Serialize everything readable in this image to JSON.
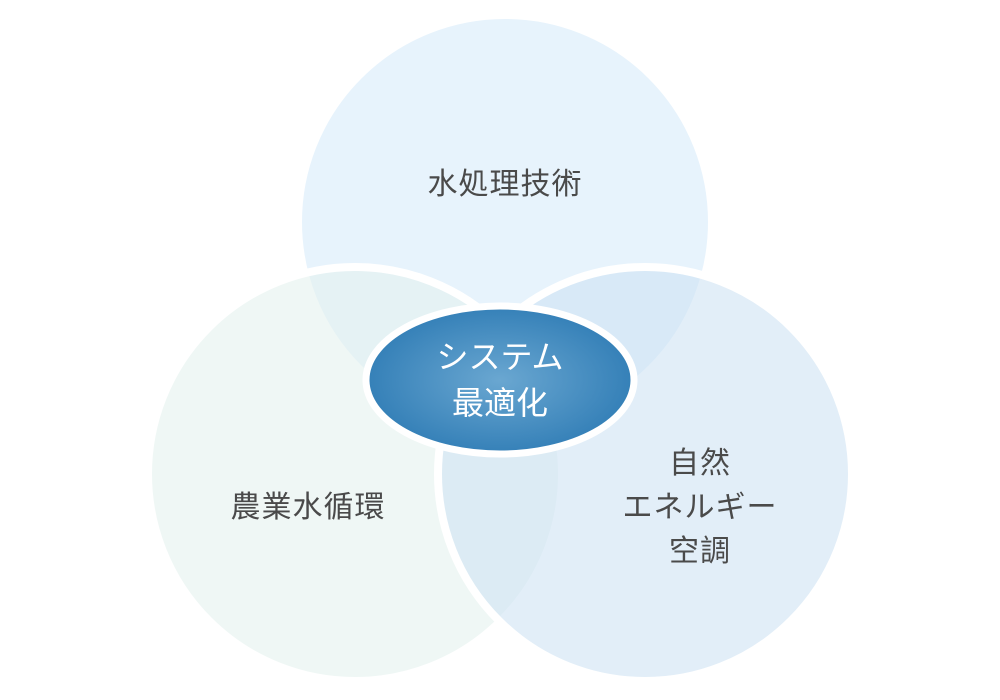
{
  "diagram": {
    "type": "venn",
    "circles": [
      {
        "id": "top",
        "label": "水処理技術",
        "color": "#e6f2fc"
      },
      {
        "id": "left",
        "label": "農業水循環",
        "color": "#eaf5f2"
      },
      {
        "id": "right",
        "label_lines": [
          "自然",
          "エネルギー",
          "空調"
        ],
        "color": "#dcebf7"
      }
    ],
    "center": {
      "label_lines": [
        "システム",
        "最適化"
      ],
      "color": "#3a84b9",
      "highlight": "#6aa7d1"
    }
  }
}
